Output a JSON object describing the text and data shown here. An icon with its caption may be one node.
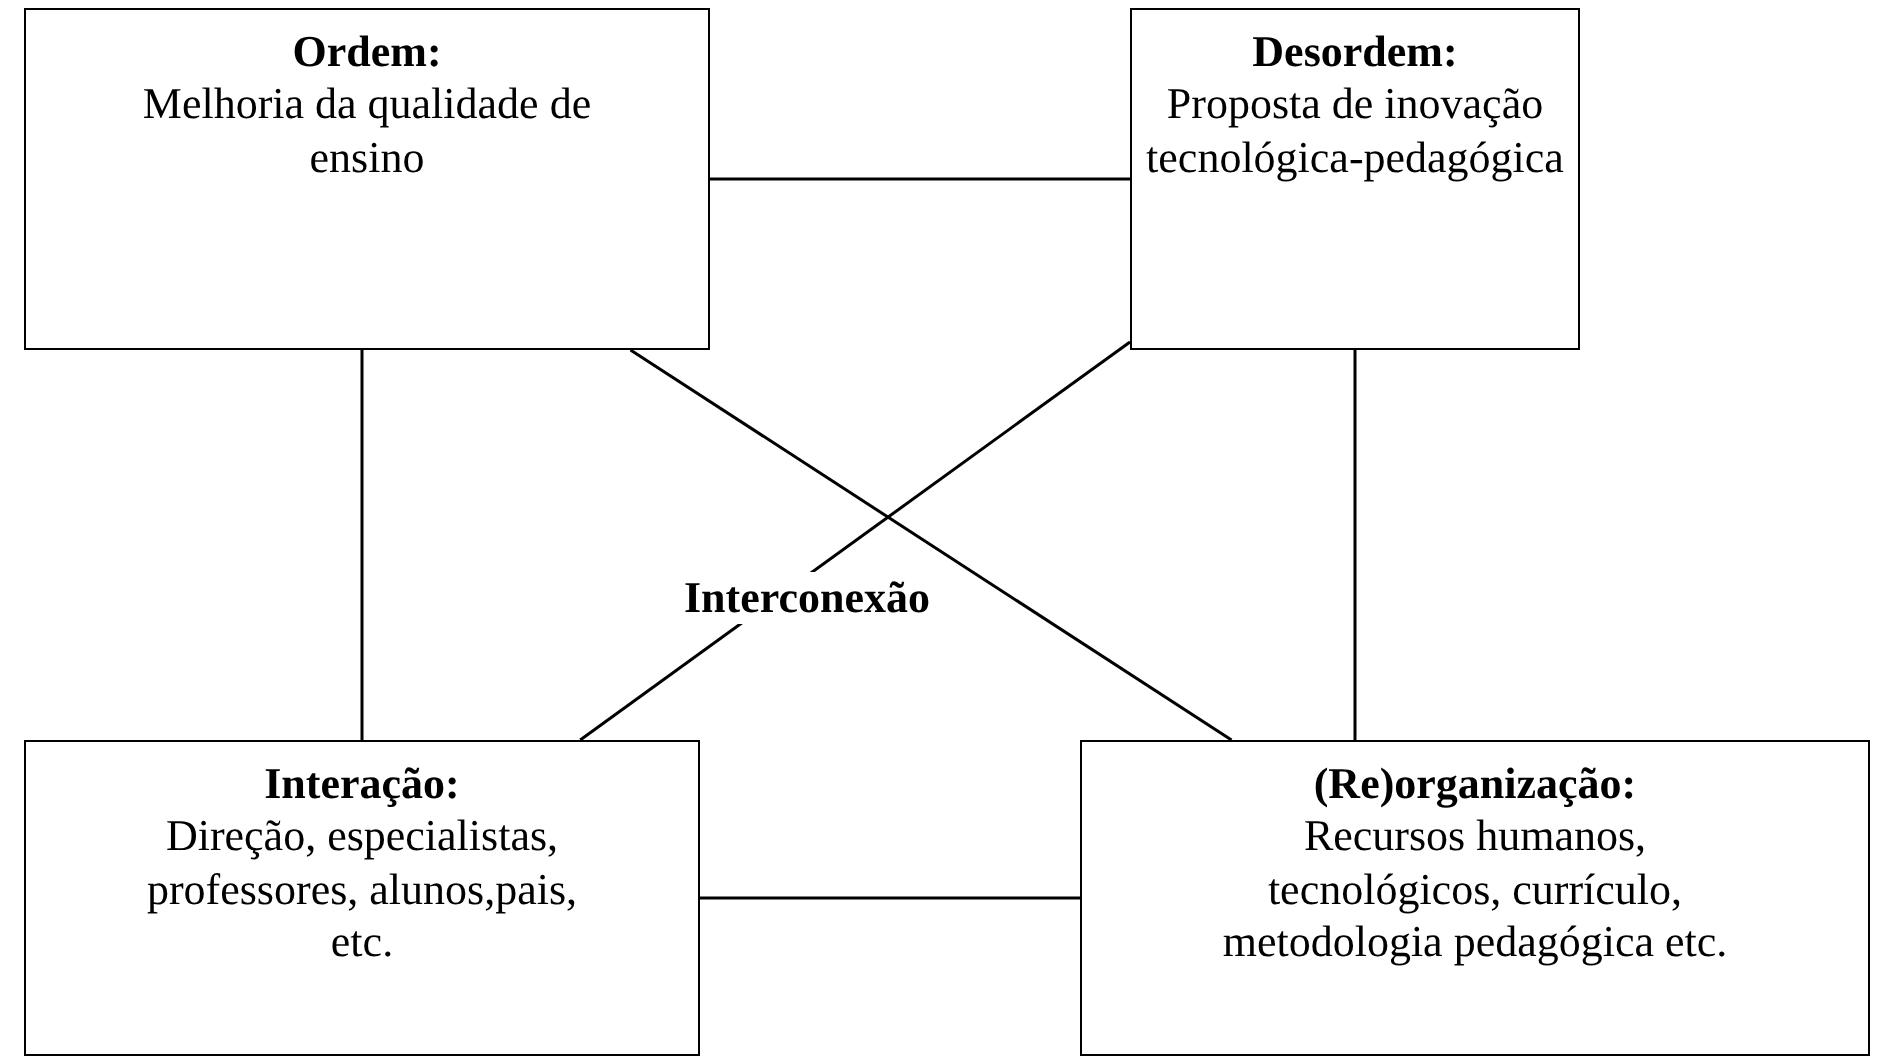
{
  "diagram": {
    "nodes": [
      {
        "text": [
          "Ordem:",
          "Melhoria da qualidade de ensino"
        ]
      },
      {
        "text": [
          "Desordem:",
          "Proposta de inovação tecnológica-pedagógica"
        ]
      },
      {
        "text": [
          "Interação:",
          "Direção, especialistas, professores, alunos,pais, etc."
        ]
      },
      {
        "text": [
          "(Re)organização:",
          "Recursos humanos, tecnológicos, currículo, metodologia pedagógica etc."
        ]
      }
    ],
    "edges": [
      {
        "from": 0,
        "to": 1,
        "arrow": "none"
      },
      {
        "from": 0,
        "to": 2,
        "arrow": "none"
      },
      {
        "from": 1,
        "to": 3,
        "arrow": "none"
      },
      {
        "from": 2,
        "to": 3,
        "arrow": "none"
      },
      {
        "from": 0,
        "to": 3,
        "arrow": "none"
      },
      {
        "from": 1,
        "to": 2,
        "arrow": "none"
      }
    ],
    "labels": [
      "Interconexão"
    ]
  }
}
